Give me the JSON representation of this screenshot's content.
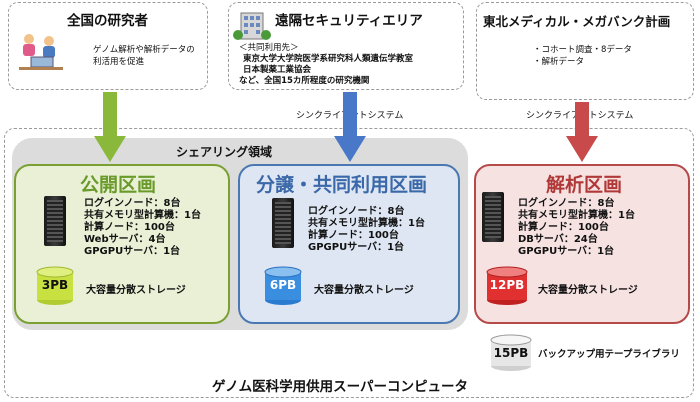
{
  "researchers": {
    "title": "全国の研究者",
    "desc_line1": "ゲノム解析や解析データの",
    "desc_line2": "利活用を促進",
    "icon": "people-at-computer-icon"
  },
  "remote_area": {
    "title": "遠隔セキュリティエリア",
    "line1": "＜共同利用先＞",
    "line2": "東京大学大学院医学系研究科人類遺伝学教室",
    "line3": "日本製薬工業協会",
    "line4": "など、全国15カ所程度の研究機関",
    "icon": "building-icon"
  },
  "tohoku": {
    "title": "東北メディカル・メガバンク計画",
    "item1": "・コホート調査・8データ",
    "item2": "・解析データ"
  },
  "sync_label": "シンクライアントシステム",
  "sharing_area_label": "シェアリング領域",
  "regions": [
    {
      "title": "公開区画",
      "color": "#7aa033",
      "specs": [
        "ログインノード：8台",
        "共有メモリ型計算機：1台",
        "計算ノード：100台",
        "Webサーバ：4台",
        "GPGPUサーバ：1台"
      ],
      "storage_value": "3PB",
      "storage_label": "大容量分散ストレージ",
      "storage_color": "#c8e040"
    },
    {
      "title": "分譲・共同利用区画",
      "color": "#4a78b0",
      "specs": [
        "ログインノード：8台",
        "共有メモリ型計算機：1台",
        "計算ノード：100台",
        "GPGPUサーバ：1台"
      ],
      "storage_value": "6PB",
      "storage_label": "大容量分散ストレージ",
      "storage_color": "#3a8ee0"
    },
    {
      "title": "解析区画",
      "color": "#b54a4a",
      "specs": [
        "ログインノード：8台",
        "共有メモリ型計算機：1台",
        "計算ノード：100台",
        "DBサーバ：24台",
        "GPGPUサーバ：1台"
      ],
      "storage_value": "12PB",
      "storage_label": "大容量分散ストレージ",
      "storage_color": "#e03030"
    }
  ],
  "backup": {
    "value": "15PB",
    "label": "バックアップ用テープライブラリ"
  },
  "footer_title": "ゲノム医科学用供用スーパーコンピュータ"
}
